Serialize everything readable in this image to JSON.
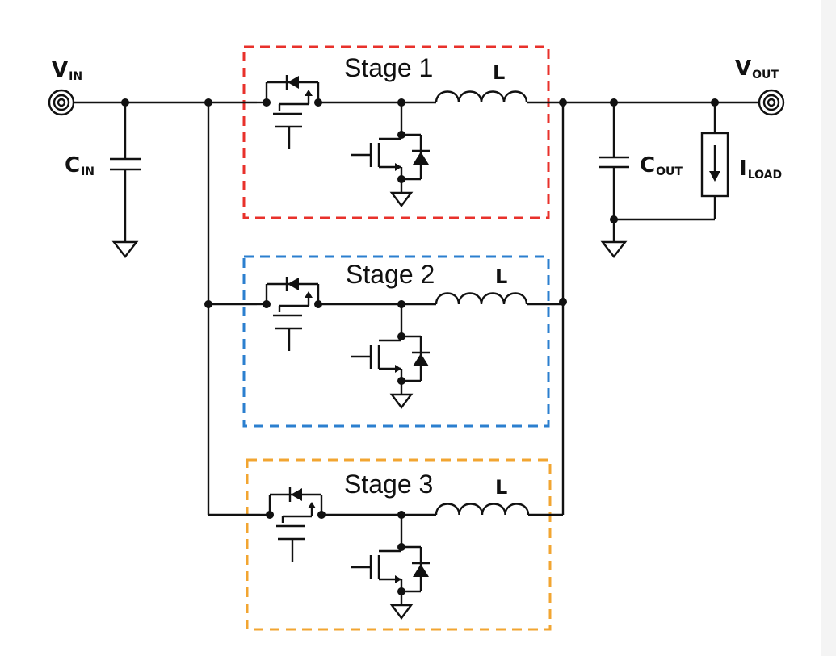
{
  "labels": {
    "vin": {
      "main": "V",
      "sub": "IN"
    },
    "vout": {
      "main": "V",
      "sub": "OUT"
    },
    "cin": {
      "main": "C",
      "sub": "IN"
    },
    "cout": {
      "main": "C",
      "sub": "OUT"
    },
    "iload": {
      "main": "I",
      "sub": "LOAD"
    }
  },
  "stages": [
    {
      "title": "Stage 1",
      "inductor": "L",
      "color": "#e8312b"
    },
    {
      "title": "Stage 2",
      "inductor": "L",
      "color": "#2b7fcf"
    },
    {
      "title": "Stage 3",
      "inductor": "L",
      "color": "#f2a531"
    }
  ],
  "colors": {
    "wire": "#111111",
    "background": "#ffffff"
  }
}
